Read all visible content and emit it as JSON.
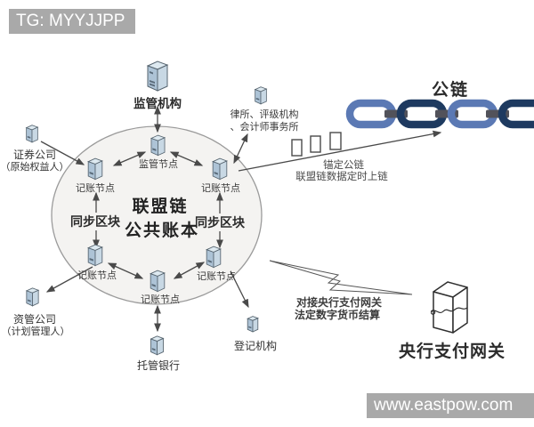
{
  "watermark_top": "TG: MYYJJPP",
  "watermark_bottom": "www.eastpow.com",
  "cluster": {
    "title_line1": "联盟链",
    "title_line2": "公共账本",
    "sync_left": "同步区块",
    "sync_right": "同步区块"
  },
  "nodes": {
    "regulator": "监管机构",
    "law_firms_line1": "律所、评级机构",
    "law_firms_line2": "、会计师事务所",
    "supervision": "监管节点",
    "acct_left": "记账节点",
    "acct_right": "记账节点",
    "acct_bottom_left": "记账节点",
    "acct_bottom_right": "记账节点",
    "acct_bottom_center": "记账节点",
    "securities_line1": "证券公司",
    "securities_line2": "（原始权益人）",
    "asset_mgmt_line1": "资管公司",
    "asset_mgmt_line2": "（计划管理人）",
    "custodian_bank": "托管银行",
    "registry": "登记机构",
    "pboc_gateway": "央行支付网关"
  },
  "public_chain_label": "公链",
  "annotations": {
    "anchor_line1": "锚定公链",
    "anchor_line2": "联盟链数据定时上链",
    "settlement_line1": "对接央行支付网关",
    "settlement_line2": "法定数字货币结算"
  },
  "icons": {
    "server": "server-tower-icon",
    "gateway": "gateway-box-icon",
    "chain": "chain-links-icon",
    "lightning": "lightning-bolt-icon",
    "blocks": "data-blocks-icon"
  },
  "colors": {
    "chain_link_light": "#5b79b4",
    "chain_link_dark": "#1e3a60",
    "chain_connector": "#52525a",
    "watermark_bg": "#a9a9a9",
    "ellipse_fill": "#f4f3f1",
    "server_front": "#adc3d6",
    "arrow": "#4a4a4a"
  }
}
